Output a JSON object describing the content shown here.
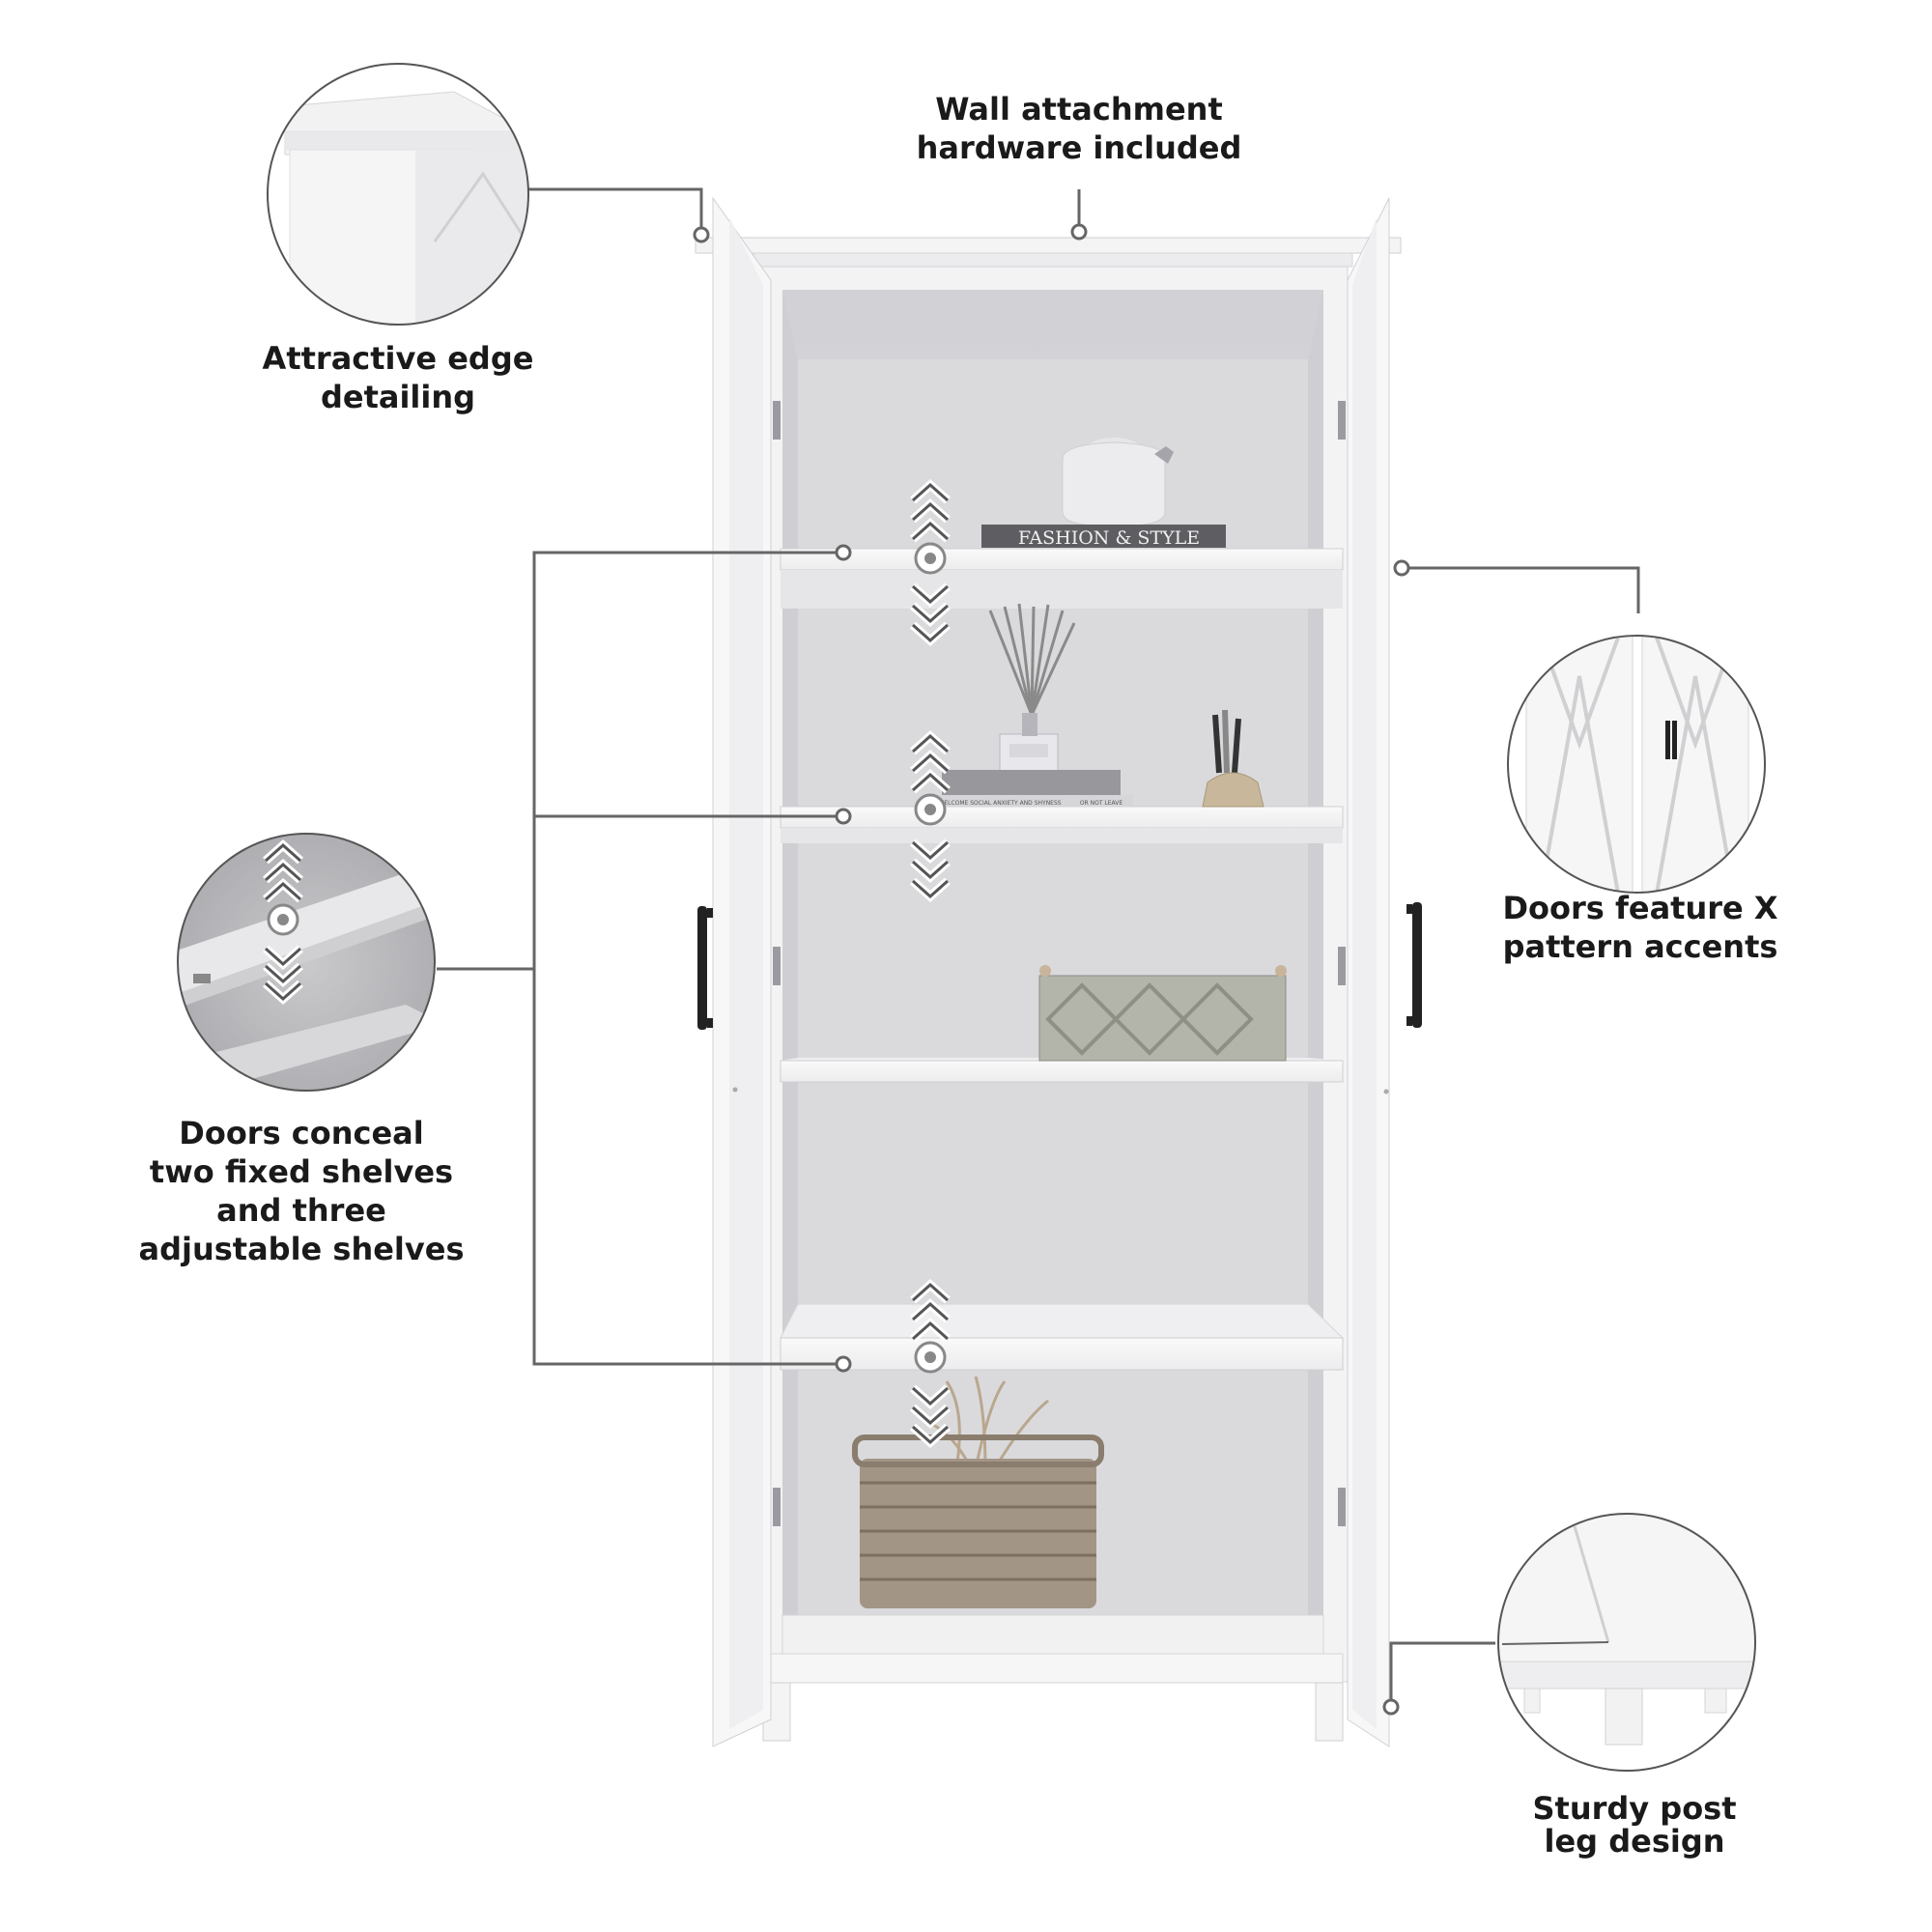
{
  "callouts": {
    "wall": [
      "Wall attachment",
      "hardware included"
    ],
    "edge": [
      "Attractive edge",
      "detailing"
    ],
    "shelves": [
      "Doors conceal",
      "two fixed shelves",
      "and three",
      "adjustable shelves"
    ],
    "doors": [
      "Doors feature X",
      "pattern accents"
    ],
    "legs": [
      "Sturdy post",
      "leg design"
    ]
  },
  "props": {
    "book_title": "FASHION & STYLE",
    "book_tiny_left": "WELCOME SOCIAL ANXIETY AND SHYNESS",
    "book_tiny_right": "OR NOT LEAVE"
  },
  "colors": {
    "line": "#666666",
    "cabinet_white": "#f7f7f8",
    "interior": "#dcdcdf",
    "handle": "#222222"
  }
}
